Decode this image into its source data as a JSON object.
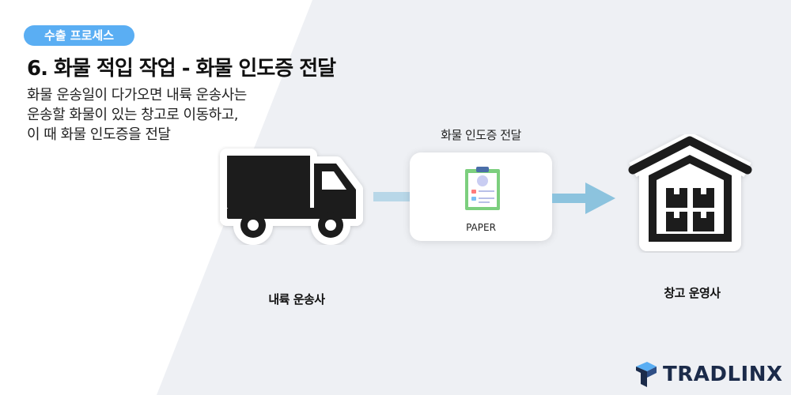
{
  "header": {
    "tag": "수출 프로세스",
    "title": "6. 화물 적입 작업 - 화물 인도증 전달"
  },
  "description": {
    "lines": [
      "화물 운송일이 다가오면 내륙 운송사는",
      "운송할 화물이 있는 창고로 이동하고,",
      "이 때 화물 인도증을 전달"
    ]
  },
  "flow": {
    "document_caption": "화물 인도증 전달",
    "document_label": "PAPER",
    "document_icon": "clipboard-icon",
    "source_icon": "truck-icon",
    "source_label": "내륙 운송사",
    "target_icon": "warehouse-icon",
    "target_label": "창고 운영사",
    "arrow_color": "#8cc3de",
    "connector_color": "#b8d7e8"
  },
  "brand": {
    "name": "TRADLINX",
    "color": "#1b2b4a",
    "tag_color": "#5aaef3"
  }
}
